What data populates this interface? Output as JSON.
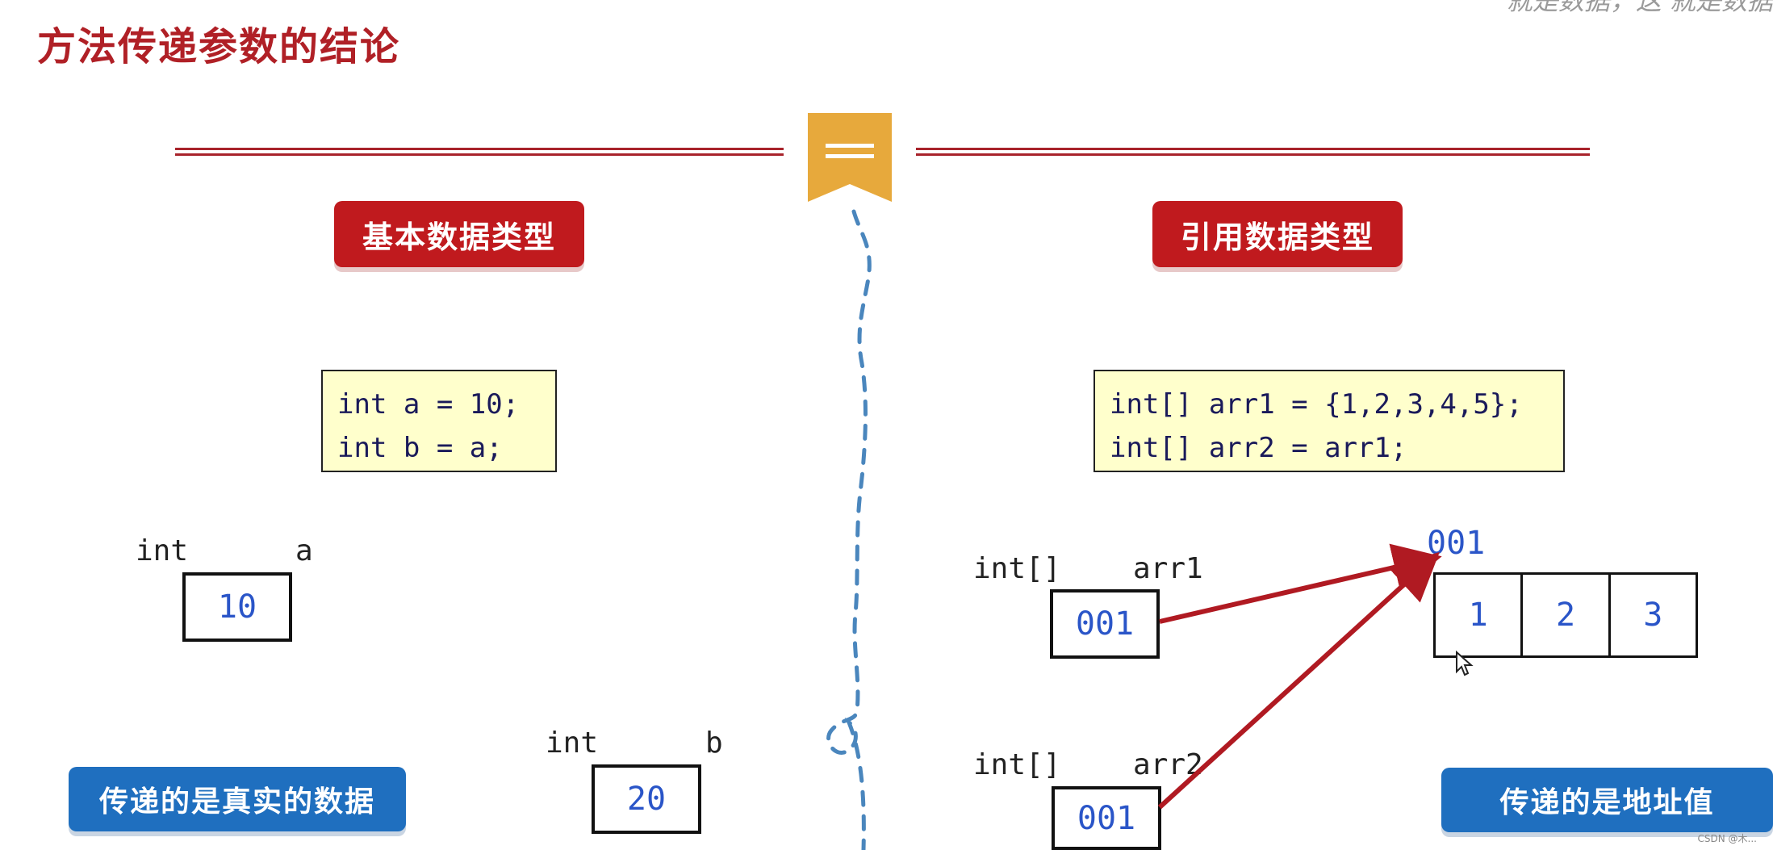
{
  "slide": {
    "title": "方法传递参数的结论",
    "corner_text": "就是数据，这  就是数据"
  },
  "left": {
    "header": "基本数据类型",
    "code": [
      "int a = 10;",
      "int b = a;"
    ],
    "var_a": {
      "type": "int",
      "name": "a",
      "value": "10"
    },
    "var_b": {
      "type": "int",
      "name": "b",
      "value": "20"
    },
    "conclusion": "传递的是真实的数据"
  },
  "right": {
    "header": "引用数据类型",
    "code": [
      "int[] arr1 = {1,2,3,4,5};",
      "int[] arr2 = arr1;"
    ],
    "var_arr1": {
      "type": "int[]",
      "name": "arr1",
      "value": "001"
    },
    "var_arr2": {
      "type": "int[]",
      "name": "arr2",
      "value": "001"
    },
    "heap": {
      "address": "001",
      "cells": [
        "1",
        "2",
        "3"
      ]
    },
    "conclusion": "传递的是地址值"
  },
  "colors": {
    "title": "#b02026",
    "red_label": "#c01a1e",
    "blue_label": "#1f6fbf",
    "value_text": "#2a55c8",
    "arrow": "#b01a22",
    "divider": "#4a86bd",
    "ribbon": "#e7a93c"
  },
  "watermark": "CSDN @木..."
}
